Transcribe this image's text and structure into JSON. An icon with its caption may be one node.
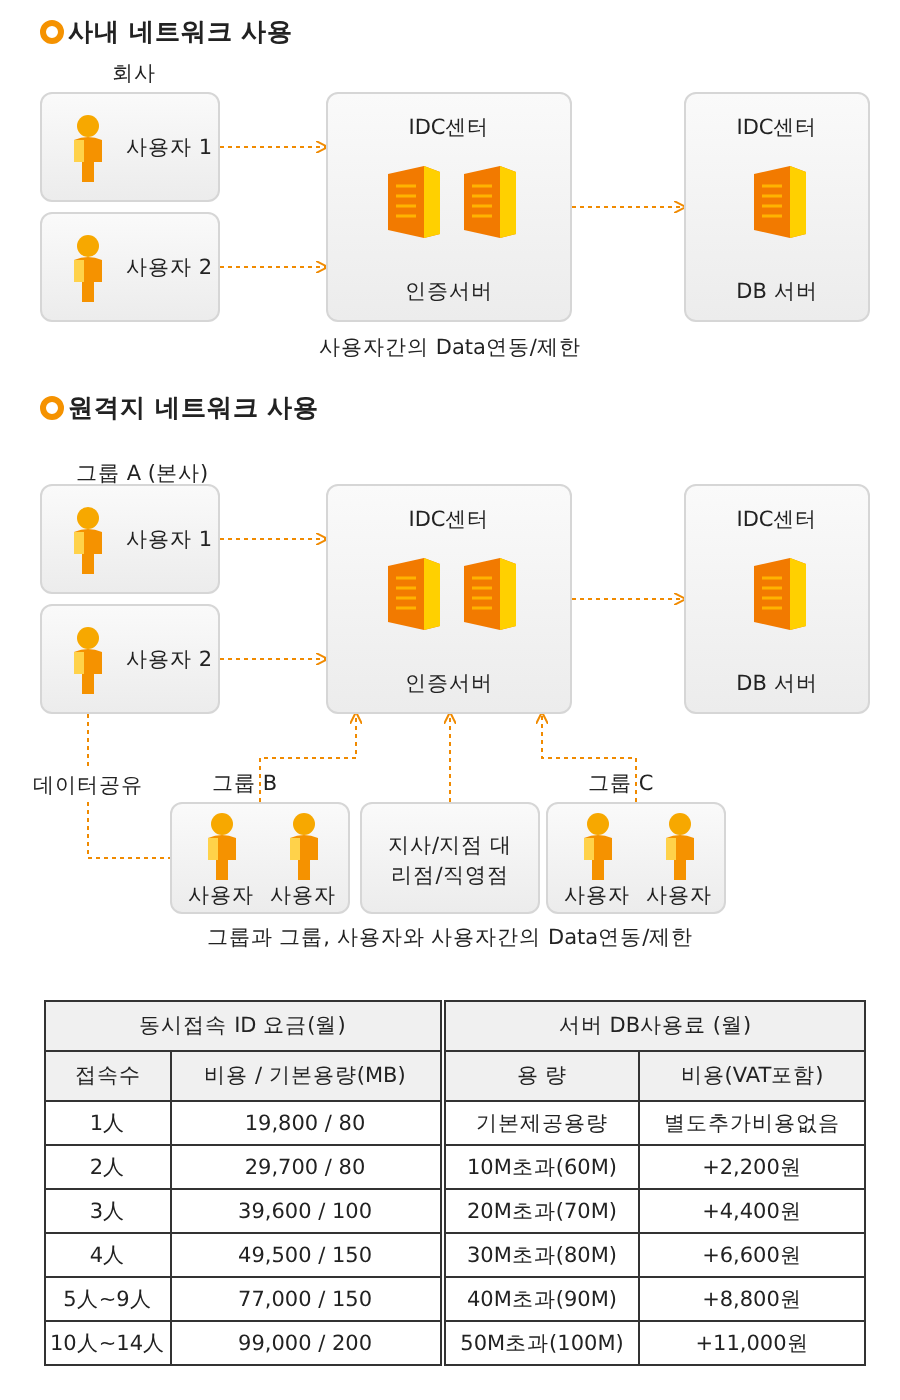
{
  "diagram": {
    "nodes": [
      {
        "text": [
          "사용자 1"
        ]
      },
      {
        "text": [
          "사용자 2"
        ]
      },
      {
        "text": [
          "IDC센터",
          "인증서버"
        ]
      },
      {
        "text": [
          "IDC센터",
          "DB 서버"
        ]
      },
      {
        "text": [
          "사용자 1"
        ]
      },
      {
        "text": [
          "사용자 2"
        ]
      },
      {
        "text": [
          "IDC센터",
          "인증서버"
        ]
      },
      {
        "text": [
          "IDC센터",
          "DB 서버"
        ]
      },
      {
        "text": [
          "그룹 B",
          "사용자",
          "사용자"
        ]
      },
      {
        "text": [
          "지사/지점 대리점/직영점"
        ]
      },
      {
        "text": [
          "그룹 C",
          "사용자",
          "사용자"
        ]
      }
    ],
    "edges": [
      {
        "from": 0,
        "to": 2,
        "arrow": "to",
        "style": "dashed"
      },
      {
        "from": 1,
        "to": 2,
        "arrow": "to",
        "style": "dashed"
      },
      {
        "from": 2,
        "to": 3,
        "arrow": "to",
        "style": "dashed"
      },
      {
        "from": 4,
        "to": 6,
        "arrow": "to",
        "style": "dashed"
      },
      {
        "from": 5,
        "to": 6,
        "arrow": "to",
        "style": "dashed"
      },
      {
        "from": 6,
        "to": 7,
        "arrow": "to",
        "style": "dashed"
      },
      {
        "from": 8,
        "to": 6,
        "arrow": "to",
        "style": "dashed"
      },
      {
        "from": 9,
        "to": 6,
        "arrow": "to",
        "style": "dashed"
      },
      {
        "from": 10,
        "to": 6,
        "arrow": "to",
        "style": "dashed"
      },
      {
        "from": 5,
        "to": 8,
        "arrow": "none",
        "style": "dashed",
        "label": "데이터공유"
      }
    ],
    "labels": [
      "사내 네트워크 사용",
      "회사",
      "사용자간의 Data연동/제한",
      "원격지 네트워크 사용",
      "그룹 A (본사)",
      "그룹과 그룹, 사용자와 사용자간의 Data연동/제한",
      "동시접속 ID 요금(월)",
      "접속수",
      "비용 / 기본용량(MB)",
      "1人",
      "19,800 / 80",
      "2人",
      "29,700 / 80",
      "3人",
      "39,600 / 100",
      "4人",
      "49,500 / 150",
      "5人~9人",
      "77,000 / 150",
      "10人~14人",
      "99,000 / 200",
      "서버 DB사용료 (월)",
      "용 량",
      "비용(VAT포함)",
      "기본제공용량",
      "별도추가비용없음",
      "10M초과(60M)",
      "+2,200원",
      "20M초과(70M)",
      "+4,400원",
      "30M초과(80M)",
      "+6,600원",
      "40M초과(90M)",
      "+8,800원",
      "50M초과(100M)",
      "+11,000원"
    ]
  }
}
